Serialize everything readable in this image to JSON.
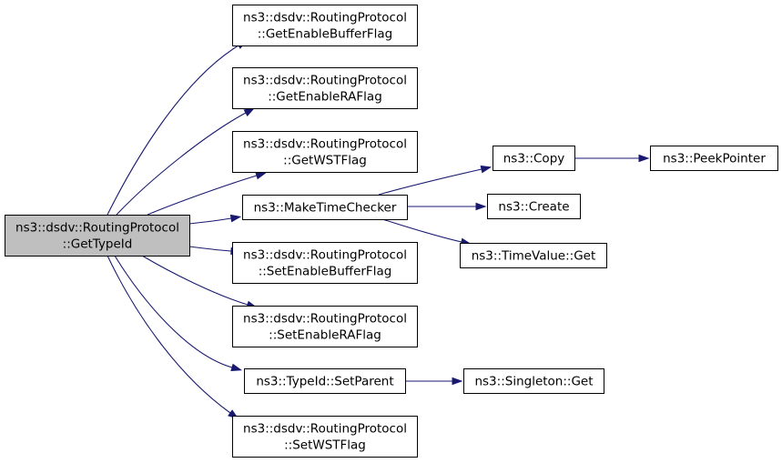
{
  "diagram": {
    "title": "",
    "nodes": [
      {
        "id": "root",
        "lines": [
          "ns3::dsdv::RoutingProtocol",
          "::GetTypeId"
        ],
        "highlight": true
      },
      {
        "id": "getEnableBufferFlag",
        "lines": [
          "ns3::dsdv::RoutingProtocol",
          "::GetEnableBufferFlag"
        ]
      },
      {
        "id": "getEnableRAFlag",
        "lines": [
          "ns3::dsdv::RoutingProtocol",
          "::GetEnableRAFlag"
        ]
      },
      {
        "id": "getWSTFlag",
        "lines": [
          "ns3::dsdv::RoutingProtocol",
          "::GetWSTFlag"
        ]
      },
      {
        "id": "makeTimeChecker",
        "lines": [
          "ns3::MakeTimeChecker"
        ]
      },
      {
        "id": "setEnableBufferFlag",
        "lines": [
          "ns3::dsdv::RoutingProtocol",
          "::SetEnableBufferFlag"
        ]
      },
      {
        "id": "setEnableRAFlag",
        "lines": [
          "ns3::dsdv::RoutingProtocol",
          "::SetEnableRAFlag"
        ]
      },
      {
        "id": "setParent",
        "lines": [
          "ns3::TypeId::SetParent"
        ]
      },
      {
        "id": "setWSTFlag",
        "lines": [
          "ns3::dsdv::RoutingProtocol",
          "::SetWSTFlag"
        ]
      },
      {
        "id": "copy",
        "lines": [
          "ns3::Copy"
        ]
      },
      {
        "id": "create",
        "lines": [
          "ns3::Create"
        ]
      },
      {
        "id": "timeValueGet",
        "lines": [
          "ns3::TimeValue::Get"
        ]
      },
      {
        "id": "peekPointer",
        "lines": [
          "ns3::PeekPointer"
        ]
      },
      {
        "id": "singletonGet",
        "lines": [
          "ns3::Singleton::Get"
        ]
      }
    ],
    "edges": [
      {
        "from": "root",
        "to": "getEnableBufferFlag"
      },
      {
        "from": "root",
        "to": "getEnableRAFlag"
      },
      {
        "from": "root",
        "to": "getWSTFlag"
      },
      {
        "from": "root",
        "to": "makeTimeChecker"
      },
      {
        "from": "root",
        "to": "setEnableBufferFlag"
      },
      {
        "from": "root",
        "to": "setEnableRAFlag"
      },
      {
        "from": "root",
        "to": "setParent"
      },
      {
        "from": "root",
        "to": "setWSTFlag"
      },
      {
        "from": "makeTimeChecker",
        "to": "copy"
      },
      {
        "from": "makeTimeChecker",
        "to": "create"
      },
      {
        "from": "makeTimeChecker",
        "to": "timeValueGet"
      },
      {
        "from": "copy",
        "to": "peekPointer"
      },
      {
        "from": "setParent",
        "to": "singletonGet"
      }
    ],
    "colors": {
      "edge": "#191970",
      "root_fill": "#bfbfbf",
      "node_fill": "#ffffff",
      "border": "#000000"
    }
  }
}
